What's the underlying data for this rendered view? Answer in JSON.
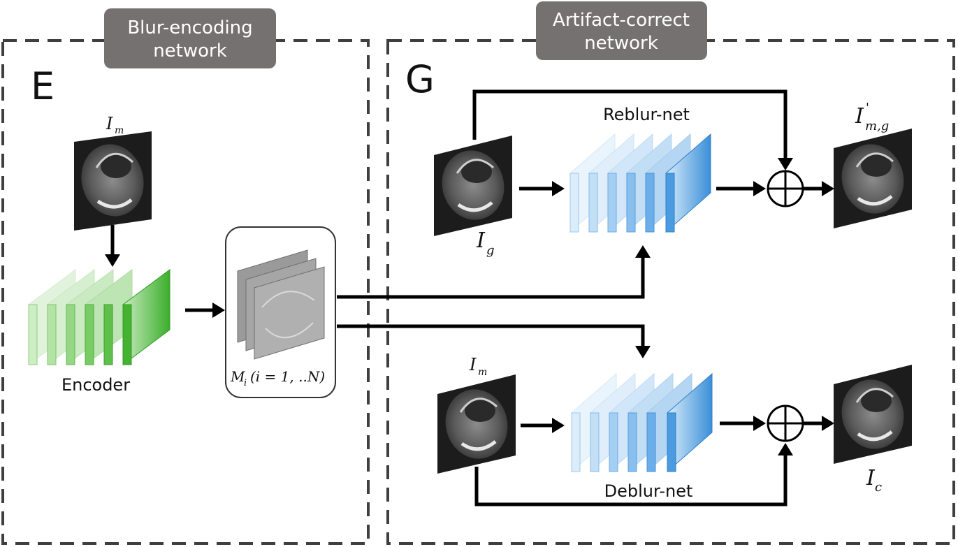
{
  "encoder_panel": {
    "tab_line1": "Blur-encoding",
    "tab_line2": "network",
    "letter": "E",
    "input_label": {
      "base": "I",
      "sub": "m"
    },
    "encoder_label": "Encoder",
    "maps_label": {
      "base": "M",
      "sub": "i",
      "rest": "(i = 1, ..N)"
    }
  },
  "generator_panel": {
    "tab_line1": "Artifact-correct",
    "tab_line2": "network",
    "letter": "G",
    "reblur_label": "Reblur-net",
    "deblur_label": "Deblur-net",
    "reblur_input_label": {
      "base": "I",
      "sub": "g"
    },
    "reblur_output_label": {
      "base": "I",
      "sup": "'",
      "sub": "m,g"
    },
    "deblur_input_label": {
      "base": "I",
      "sub": "m"
    },
    "deblur_output_label": {
      "base": "I",
      "sub": "c"
    }
  },
  "colors": {
    "encoder_green": "#3cae2c",
    "net_blue": "#3a8fd8",
    "tab_gray": "#767171",
    "border": "#3f3f3f"
  }
}
